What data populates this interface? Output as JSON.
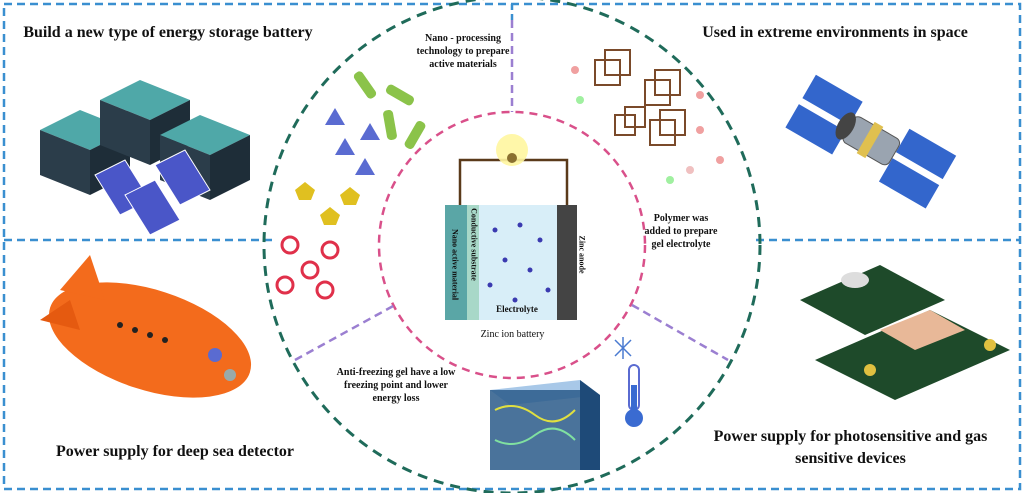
{
  "corners": {
    "top_left": "Build a new type of energy storage battery",
    "top_right": "Used in extreme environments in space",
    "bottom_left": "Power supply for deep sea detector",
    "bottom_right": "Power supply for photosensitive and gas sensitive devices"
  },
  "ring": {
    "nano": "Nano - processing technology to prepare active materials",
    "polymer": "Polymer was added to prepare gel electrolyte",
    "antifreeze": "Anti-freezing gel have a low freezing point and lower energy loss"
  },
  "battery": {
    "caption": "Zinc ion battery",
    "electrolyte": "Electrolyte",
    "anode": "Zinc anode",
    "substrate": "Conductive substrate",
    "cathode_material": "Nano active material"
  },
  "colors": {
    "frame": "#3a8fd0",
    "outer_circle": "#1f6b5a",
    "inner_circle": "#d9508a",
    "divider": "#9b7fd1"
  }
}
